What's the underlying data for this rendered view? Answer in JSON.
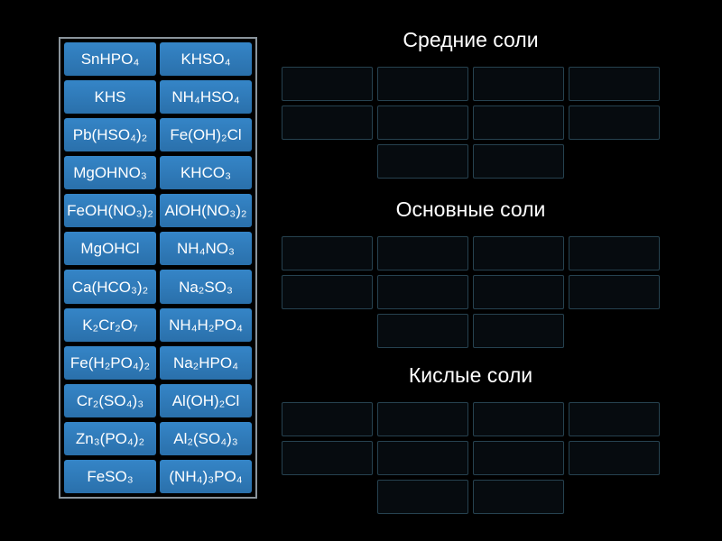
{
  "tile_bank": {
    "tiles": [
      "SnHPO₄",
      "KHSO₄",
      "KHS",
      "NH₄HSO₄",
      "Pb(HSO₄)₂",
      "Fe(OH)₂Cl",
      "MgOHNO₃",
      "KHCO₃",
      "FeOH(NO₃)₂",
      "AlOH(NO₃)₂",
      "MgOHCl",
      "NH₄NO₃",
      "Ca(HCO₃)₂",
      "Na₂SO₃",
      "K₂Cr₂O₇",
      "NH₄H₂PO₄",
      "Fe(H₂PO₄)₂",
      "Na₂HPO₄",
      "Cr₂(SO₄)₃",
      "Al(OH)₂Cl",
      "Zn₃(PO₄)₂",
      "Al₂(SO₄)₃",
      "FeSO₃",
      "(NH₄)₃PO₄"
    ]
  },
  "groups": [
    {
      "title": "Средние соли",
      "slot_count": 10
    },
    {
      "title": "Основные соли",
      "slot_count": 10
    },
    {
      "title": "Кислые соли",
      "slot_count": 10
    }
  ],
  "colors": {
    "background": "#000000",
    "tile_top": "#3585c7",
    "tile_bottom": "#2a70ab",
    "tile_text": "#ffffff",
    "bank_border": "#8a949c",
    "slot_border": "#264250",
    "slot_fill": "#060b0f",
    "title_text": "#ffffff"
  }
}
